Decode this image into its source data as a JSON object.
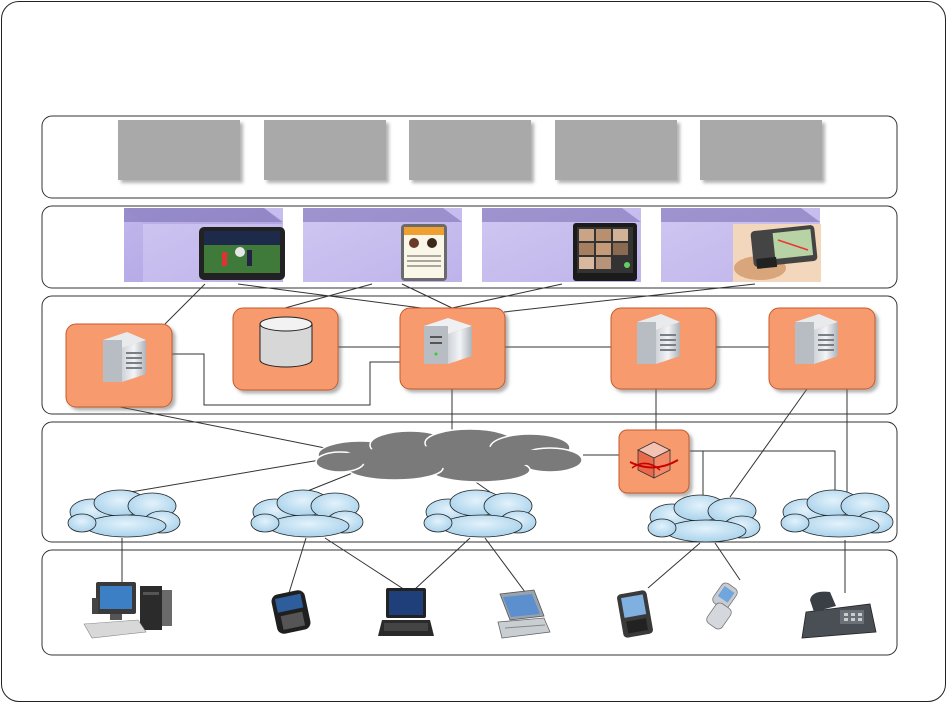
{
  "colors": {
    "node_fill": "#f79a6e",
    "node_border": "#c85a2a",
    "service_box": "#a9a9a9",
    "device_panel_front": "#c4b6ee",
    "device_panel_top": "#7d72b5",
    "cloud_dark": "#7a7a7a",
    "cloud_light": "#bfe0f5",
    "layer_border": "#333333",
    "line": "#333333"
  },
  "layers": [
    {
      "name": "service-layer"
    },
    {
      "name": "presentation-layer"
    },
    {
      "name": "server-layer"
    },
    {
      "name": "network-layer"
    },
    {
      "name": "terminal-layer"
    }
  ],
  "services": [
    {
      "id": "service-1"
    },
    {
      "id": "service-2"
    },
    {
      "id": "service-3"
    },
    {
      "id": "service-4"
    },
    {
      "id": "service-5"
    }
  ],
  "presentation_devices": [
    {
      "id": "tablet-video",
      "icon": "video-player-icon"
    },
    {
      "id": "pda-contacts",
      "icon": "contact-card-icon"
    },
    {
      "id": "video-conference",
      "icon": "video-conference-icon"
    },
    {
      "id": "smartphone-map",
      "icon": "map-phone-icon"
    }
  ],
  "server_nodes": [
    {
      "id": "server-left",
      "icon": "server-icon"
    },
    {
      "id": "database",
      "icon": "database-icon"
    },
    {
      "id": "server-center",
      "icon": "server-icon"
    },
    {
      "id": "server-right-1",
      "icon": "server-icon"
    },
    {
      "id": "server-right-2",
      "icon": "server-icon"
    }
  ],
  "network_nodes": [
    {
      "id": "core-network",
      "icon": "core-cloud-icon"
    },
    {
      "id": "gateway",
      "icon": "gateway-cube-icon"
    },
    {
      "id": "access-net-1",
      "icon": "cloud-icon"
    },
    {
      "id": "access-net-2",
      "icon": "cloud-icon"
    },
    {
      "id": "access-net-3",
      "icon": "cloud-icon"
    },
    {
      "id": "access-net-4",
      "icon": "cloud-icon"
    },
    {
      "id": "access-net-5",
      "icon": "cloud-icon"
    }
  ],
  "terminals": [
    {
      "id": "desktop-pc",
      "icon": "desktop-computer-icon"
    },
    {
      "id": "mobile-phone",
      "icon": "mobile-phone-icon"
    },
    {
      "id": "laptop",
      "icon": "laptop-icon"
    },
    {
      "id": "tablet-pc",
      "icon": "tablet-pc-icon"
    },
    {
      "id": "pda",
      "icon": "pda-icon"
    },
    {
      "id": "flip-phone",
      "icon": "flip-phone-icon"
    },
    {
      "id": "desk-phone",
      "icon": "desk-phone-icon"
    }
  ]
}
